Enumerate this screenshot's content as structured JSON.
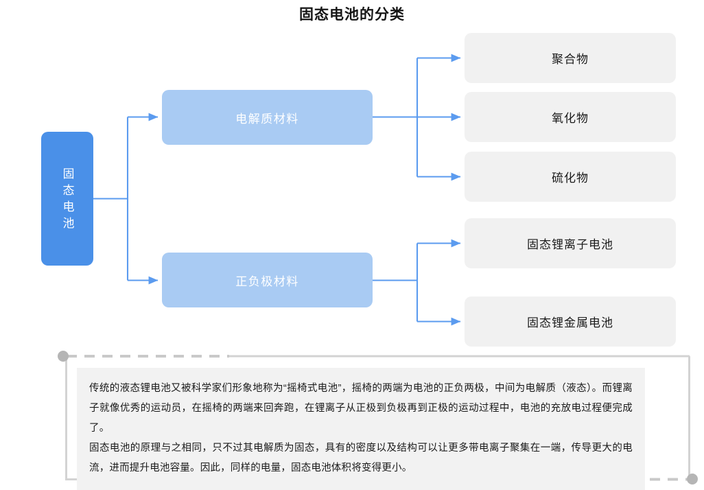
{
  "title": "固态电池的分类",
  "colors": {
    "root_fill": "#4a90e8",
    "mid_fill": "#a9cbf3",
    "leaf_fill": "#f1f1f1",
    "connector": "#5b9bef",
    "note_fill": "#f2f2f2",
    "frame_line": "#c4c4c4",
    "frame_dot": "#b0b0b0"
  },
  "root": {
    "label": "固态电池"
  },
  "mid_nodes": [
    {
      "label": "电解质材料"
    },
    {
      "label": "正负极材料"
    }
  ],
  "leaf_nodes": [
    {
      "label": "聚合物",
      "parent": 0
    },
    {
      "label": "氧化物",
      "parent": 0
    },
    {
      "label": "硫化物",
      "parent": 0
    },
    {
      "label": "固态锂离子电池",
      "parent": 1
    },
    {
      "label": "固态锂金属电池",
      "parent": 1
    }
  ],
  "note": {
    "paragraphs": [
      "传统的液态锂电池又被科学家们形象地称为“摇椅式电池”，摇椅的两端为电池的正负两极，中间为电解质（液态）。而锂离子就像优秀的运动员，在摇椅的两端来回奔跑，在锂离子从正极到负极再到正极的运动过程中，电池的充放电过程便完成了。",
      "固态电池的原理与之相同，只不过其电解质为固态，具有的密度以及结构可以让更多带电离子聚集在一端，传导更大的电流，进而提升电池容量。因此，同样的电量，固态电池体积将变得更小。"
    ]
  }
}
